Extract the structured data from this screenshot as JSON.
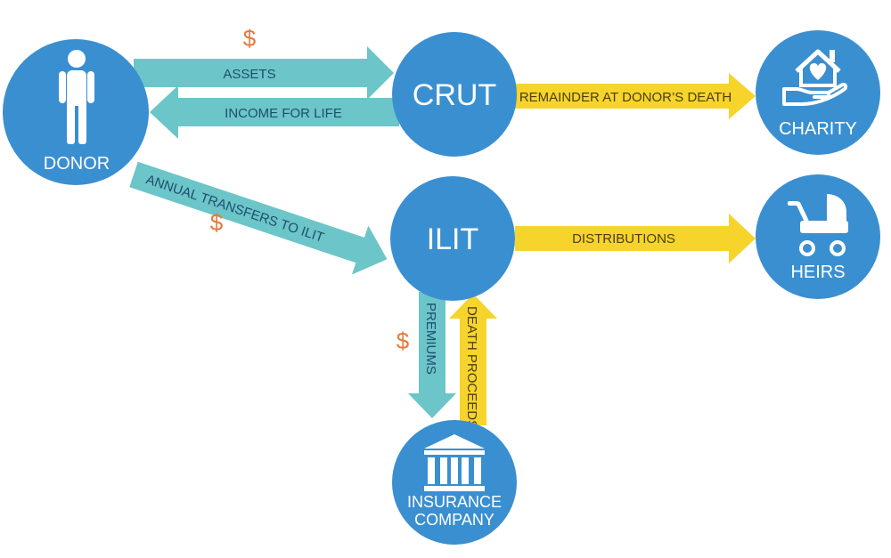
{
  "nodes": {
    "donor": "DONOR",
    "crut": "CRUT",
    "charity": "CHARITY",
    "ilit": "ILIT",
    "heirs": "HEIRS",
    "insurance_line1": "INSURANCE",
    "insurance_line2": "COMPANY"
  },
  "arrows": {
    "assets": "ASSETS",
    "income_for_life": "INCOME FOR LIFE",
    "remainder": "REMAINDER AT DONOR’S DEATH",
    "annual_transfers": "ANNUAL TRANSFERS TO ILIT",
    "distributions": "DISTRIBUTIONS",
    "premiums": "PREMIUMS",
    "death_proceeds": "DEATH PROCEEDS"
  },
  "symbols": {
    "dollar": "$"
  },
  "icons": {
    "donor": "person-icon",
    "charity": "heart-house-hand-icon",
    "heirs": "baby-carriage-icon",
    "insurance": "bank-building-icon"
  },
  "colors": {
    "node_blue": "#3a8fd1",
    "teal_arrow": "#6cc5c8",
    "gold_arrow": "#f7d42c",
    "dollar_orange": "#e6793c",
    "teal_text": "#1d4e6b",
    "gold_text": "#4a3f0a"
  }
}
